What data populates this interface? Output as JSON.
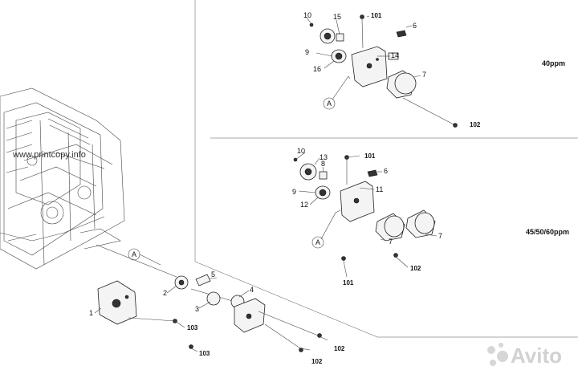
{
  "watermark": "www.printcopy.info",
  "sections": {
    "top": {
      "speed": "40ppm"
    },
    "middle": {
      "speed": "45/50/60ppm"
    }
  },
  "callouts": {
    "t10": "10",
    "t15": "15",
    "t101": "101",
    "t6": "6",
    "t9": "9",
    "t14": "14",
    "t16": "16",
    "t7": "7",
    "tA": "A",
    "t102": "102",
    "m10": "10",
    "m13": "13",
    "m101a": "101",
    "m6": "6",
    "m8": "8",
    "m11": "11",
    "m9": "9",
    "m12": "12",
    "m7a": "7",
    "m7b": "7",
    "mA": "A",
    "m102": "102",
    "m101b": "101",
    "bA": "A",
    "b5": "5",
    "b2": "2",
    "b4": "4",
    "b3": "3",
    "b1": "1",
    "b103a": "103",
    "b103b": "103",
    "b102a": "102",
    "b102b": "102"
  },
  "brand_logo": "Avito",
  "colors": {
    "line": "#222222",
    "background": "#ffffff"
  }
}
